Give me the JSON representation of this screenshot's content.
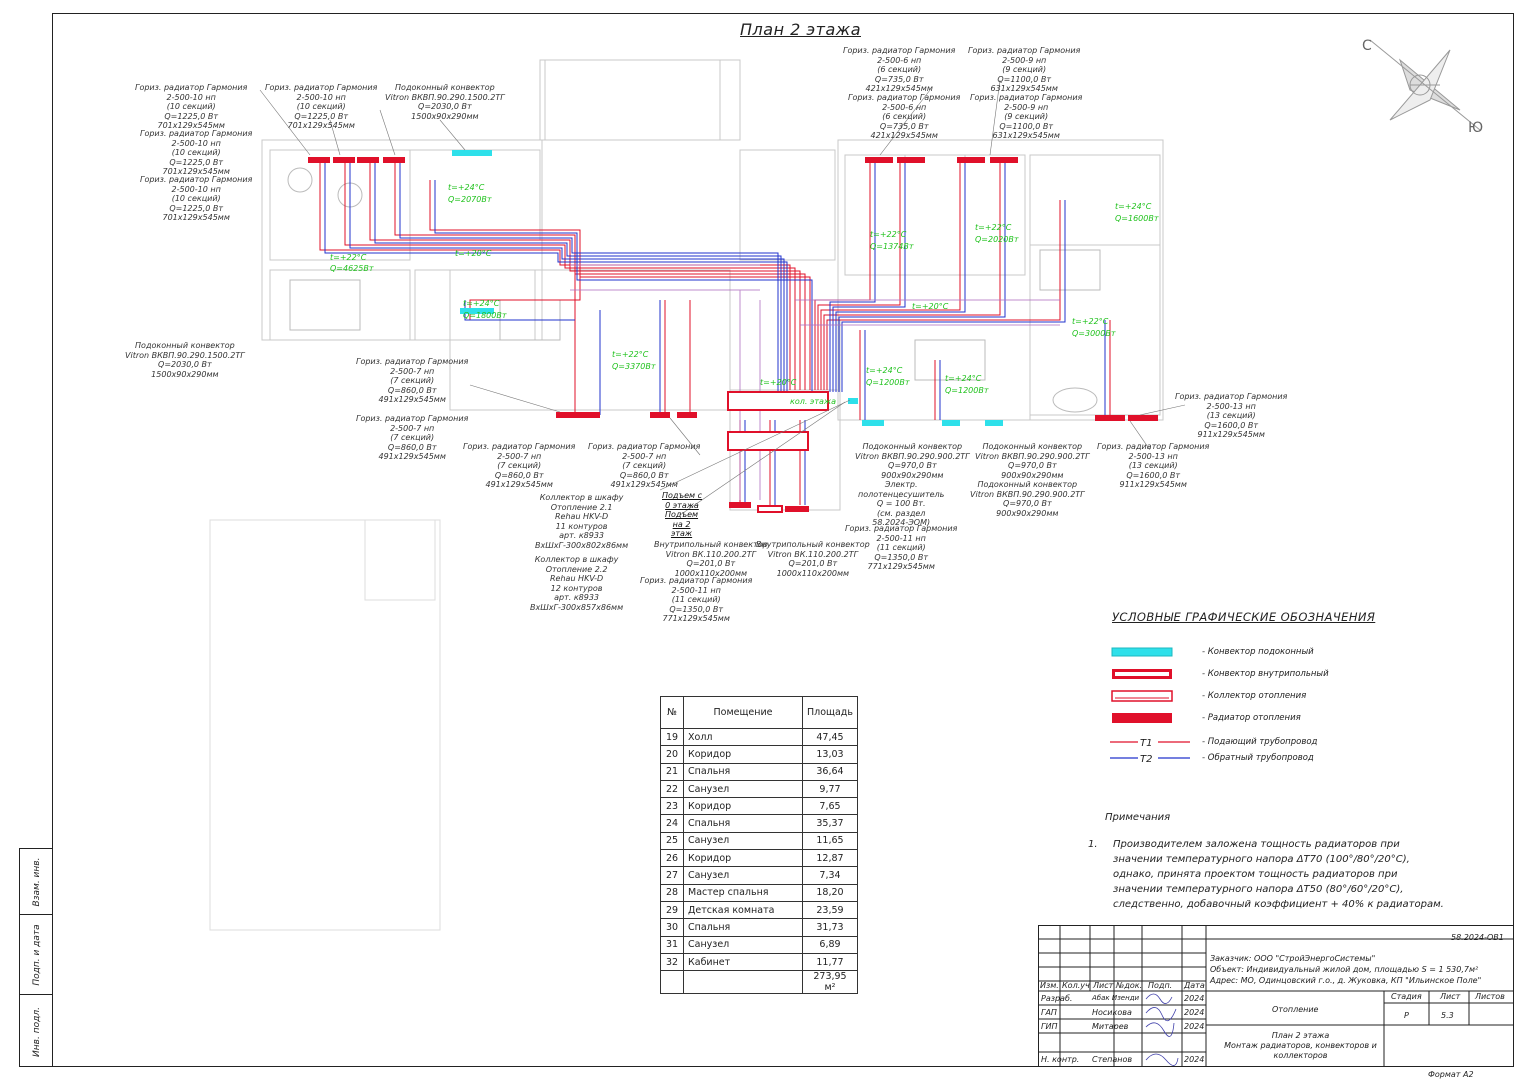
{
  "title": "План 2 этажа",
  "compass": {
    "north": "С",
    "south": "Ю"
  },
  "side_stamps": [
    "Взам. инв.",
    "Подп. и дата",
    "Инв. подл."
  ],
  "colors": {
    "supply": "#e0102a",
    "return": "#2233cc",
    "convector_sill": "#2ee0ea",
    "radiator": "#e0102a",
    "temp": "#21c21e"
  },
  "labels": [
    {
      "id": "l1",
      "text": "Гориз. радиатор Гармония\n2-500-10 нп\n(10 секций)\nQ=1225,0 Вт\n701х129х545мм"
    },
    {
      "id": "l2",
      "text": "Гориз. радиатор Гармония\n2-500-10 нп\n(10 секций)\nQ=1225,0 Вт\n701х129х545мм"
    },
    {
      "id": "l3",
      "text": "Подоконный конвектор\nVitron ВКВП.90.290.1500.2ТГ\nQ=2030,0 Вт\n1500х90х290мм"
    },
    {
      "id": "l4",
      "text": "Гориз. радиатор Гармония\n2-500-10 нп\n(10 секций)\nQ=1225,0 Вт\n701х129х545мм"
    },
    {
      "id": "l5",
      "text": "Гориз. радиатор Гармония\n2-500-10 нп\n(10 секций)\nQ=1225,0 Вт\n701х129х545мм"
    },
    {
      "id": "l6",
      "text": "Гориз. радиатор Гармония\n2-500-6 нп\n(6 секций)\nQ=735,0 Вт\n421х129х545мм"
    },
    {
      "id": "l7",
      "text": "Гориз. радиатор Гармония\n2-500-9 нп\n(9 секций)\nQ=1100,0 Вт\n631х129х545мм"
    },
    {
      "id": "l8",
      "text": "Гориз. радиатор Гармония\n2-500-6 нп\n(6 секций)\nQ=735,0 Вт\n421х129х545мм"
    },
    {
      "id": "l9",
      "text": "Гориз. радиатор Гармония\n2-500-9 нп\n(9 секций)\nQ=1100,0 Вт\n631х129х545мм"
    },
    {
      "id": "l10",
      "text": "Подоконный конвектор\nVitron ВКВП.90.290.1500.2ТГ\nQ=2030,0 Вт\n1500х90х290мм"
    },
    {
      "id": "l11",
      "text": "Гориз. радиатор Гармония\n2-500-7 нп\n(7 секций)\nQ=860,0 Вт\n491х129х545мм"
    },
    {
      "id": "l12",
      "text": "Гориз. радиатор Гармония\n2-500-7 нп\n(7 секций)\nQ=860,0 Вт\n491х129х545мм"
    },
    {
      "id": "l13",
      "text": "Гориз. радиатор Гармония\n2-500-7 нп\n(7 секций)\nQ=860,0 Вт\n491х129х545мм"
    },
    {
      "id": "l14",
      "text": "Гориз. радиатор Гармония\n2-500-7 нп\n(7 секций)\nQ=860,0 Вт\n491х129х545мм"
    },
    {
      "id": "l15",
      "text": "Коллектор в шкафу\nОтопление 2.1\nRehau HKV-D\n11 контуров\nарт. к8933\nВхШхГ-300х802х86мм"
    },
    {
      "id": "l16",
      "text": "Коллектор в шкафу\nОтопление 2.2\nRehau HKV-D\n12 контуров\nарт. к8933\nВхШхГ-300х857х86мм"
    },
    {
      "id": "l17",
      "text": "Подъем с\n0 этажа"
    },
    {
      "id": "l18",
      "text": "Подъем\nна 2\nэтаж"
    },
    {
      "id": "l19",
      "text": "Внутрипольный конвектор\nVitron ВК.110.200.2ТГ\nQ=201,0 Вт\n1000х110х200мм"
    },
    {
      "id": "l20",
      "text": "Внутрипольный конвектор\nVitron ВК.110.200.2ТГ\nQ=201,0 Вт\n1000х110х200мм"
    },
    {
      "id": "l21",
      "text": "Гориз. радиатор Гармония\n2-500-11 нп\n(11 секций)\nQ=1350,0 Вт\n771х129х545мм"
    },
    {
      "id": "l22",
      "text": "Подоконный конвектор\nVitron ВКВП.90.290.900.2ТГ\nQ=970,0 Вт\n900х90х290мм"
    },
    {
      "id": "l23",
      "text": "Электр.\nполотенцесушитель\nQ = 100 Вт.\n(см. раздел\n58.2024-ЭОМ)"
    },
    {
      "id": "l24",
      "text": "Гориз. радиатор Гармония\n2-500-11 нп\n(11 секций)\nQ=1350,0 Вт\n771х129х545мм"
    },
    {
      "id": "l25",
      "text": "Подоконный конвектор\nVitron ВКВП.90.290.900.2ТГ\nQ=970,0 Вт\n900х90х290мм"
    },
    {
      "id": "l26",
      "text": "Подоконный конвектор\nVitron ВКВП.90.290.900.2ТГ\nQ=970,0 Вт\n900х90х290мм"
    },
    {
      "id": "l27",
      "text": "Гориз. радиатор Гармония\n2-500-13 нп\n(13 секций)\nQ=1600,0 Вт\n911х129х545мм"
    },
    {
      "id": "l28",
      "text": "Гориз. радиатор Гармония\n2-500-13 нп\n(13 секций)\nQ=1600,0 Вт\n911х129х545мм"
    }
  ],
  "temps": [
    {
      "id": "t1",
      "text": "t=+24°C"
    },
    {
      "id": "t2",
      "text": "Q=2070Вт"
    },
    {
      "id": "t3",
      "text": "t=+22°C"
    },
    {
      "id": "t4",
      "text": "Q=4625Вт"
    },
    {
      "id": "t5",
      "text": "t=+20°C"
    },
    {
      "id": "t6",
      "text": "t=+24°C"
    },
    {
      "id": "t7",
      "text": "Q=1800Вт"
    },
    {
      "id": "t8",
      "text": "t=+22°C"
    },
    {
      "id": "t9",
      "text": "Q=3370Вт"
    },
    {
      "id": "t10",
      "text": "t=+22°C"
    },
    {
      "id": "t11",
      "text": "Q=1374Вт"
    },
    {
      "id": "t12",
      "text": "t=+22°C"
    },
    {
      "id": "t13",
      "text": "Q=2020Вт"
    },
    {
      "id": "t14",
      "text": "t=+24°C"
    },
    {
      "id": "t15",
      "text": "Q=1600Вт"
    },
    {
      "id": "t16",
      "text": "t=+20°C"
    },
    {
      "id": "t17",
      "text": "t=+22°C"
    },
    {
      "id": "t18",
      "text": "Q=3000Вт"
    },
    {
      "id": "t19",
      "text": "t=+24°C"
    },
    {
      "id": "t20",
      "text": "Q=1200Вт"
    },
    {
      "id": "t21",
      "text": "t=+24°C"
    },
    {
      "id": "t22",
      "text": "Q=1200Вт"
    },
    {
      "id": "t23",
      "text": "t=+20°C"
    },
    {
      "id": "t24",
      "text": "кол. этажа"
    }
  ],
  "legend": {
    "title": "УСЛОВНЫЕ ГРАФИЧЕСКИЕ ОБОЗНАЧЕНИЯ",
    "items": [
      {
        "label": "- Конвектор подоконный",
        "symbol": "sill"
      },
      {
        "label": "- Конвектор внутрипольный",
        "symbol": "floor"
      },
      {
        "label": "- Коллектор отопления",
        "symbol": "collector"
      },
      {
        "label": "- Радиатор отопления",
        "symbol": "radiator"
      },
      {
        "label": "- Подающий трубопровод",
        "symbol": "supply",
        "tag": "T1"
      },
      {
        "label": "- Обратный трубопровод",
        "symbol": "return",
        "tag": "T2"
      }
    ]
  },
  "notes": {
    "heading": "Примечания",
    "items": [
      {
        "num": "1.",
        "text": "Производителем заложена тощность радиаторов при значении температурного напора ΔТ70 (100°/80°/20°С), однако, принята проектом тощность радиаторов при значении температурного напора ΔТ50 (80°/60°/20°С), следственно, добавочный коэффициент + 40% к радиаторам."
      }
    ]
  },
  "rooms_table": {
    "headers": [
      "№",
      "Помещение",
      "Площадь"
    ],
    "rows": [
      [
        "19",
        "Холл",
        "47,45"
      ],
      [
        "20",
        "Коридор",
        "13,03"
      ],
      [
        "21",
        "Спальня",
        "36,64"
      ],
      [
        "22",
        "Санузел",
        "9,77"
      ],
      [
        "23",
        "Коридор",
        "7,65"
      ],
      [
        "24",
        "Спальня",
        "35,37"
      ],
      [
        "25",
        "Санузел",
        "11,65"
      ],
      [
        "26",
        "Коридор",
        "12,87"
      ],
      [
        "27",
        "Санузел",
        "7,34"
      ],
      [
        "28",
        "Мастер спальня",
        "18,20"
      ],
      [
        "29",
        "Детская комната",
        "23,59"
      ],
      [
        "30",
        "Спальня",
        "31,73"
      ],
      [
        "31",
        "Санузел",
        "6,89"
      ],
      [
        "32",
        "Кабинет",
        "11,77"
      ]
    ],
    "total": "273,95 м²"
  },
  "stamp": {
    "code": "58.2024-ОВ1",
    "customer": "Заказчик: ООО \"СтройЭнергоСистемы\"",
    "object": "Объект: Индивидуальный жилой дом, площадью S = 1 530,7м²",
    "address": "Адрес: МО, Одинцовский г.о., д. Жуковка, КП \"Ильинское Поле\"",
    "header_cells": [
      "Изм.",
      "Кол.уч",
      "Лист",
      "№док.",
      "Подп.",
      "Дата"
    ],
    "people": [
      {
        "role": "Разраб.",
        "name": "Абак Изенди",
        "date": "2024"
      },
      {
        "role": "ГАП",
        "name": "Носикова",
        "date": "2024"
      },
      {
        "role": "ГИП",
        "name": "Митарев",
        "date": "2024"
      },
      {
        "role": "Н. контр.",
        "name": "Степанов",
        "date": "2024"
      }
    ],
    "section": "Отопление",
    "stage_h": "Стадия",
    "sheet_h": "Лист",
    "sheets_h": "Листов",
    "stage": "Р",
    "sheet": "5.3",
    "drawing_title": "План 2 этажа\nМонтаж радиаторов, конвекторов и\nколлекторов",
    "format": "Формат А2"
  }
}
